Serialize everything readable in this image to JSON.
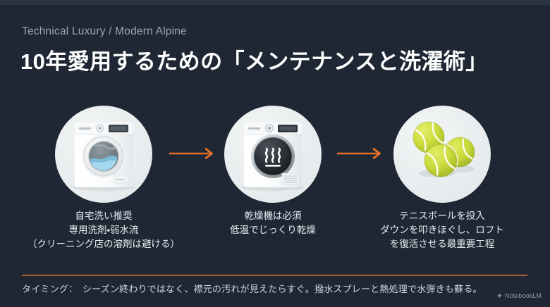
{
  "slide": {
    "background_color": "#1e2733",
    "accent_color": "#e4702a",
    "divider_color": "#a05a30"
  },
  "header": {
    "eyebrow": "Technical Luxury / Modern Alpine",
    "headline": "10年愛用するための「メンテナンスと洗濯術」"
  },
  "steps": [
    {
      "icon": "washing-machine-icon",
      "caption_lines": [
        "自宅洗い推奨",
        "専用洗剤・弱水流",
        "（クリーニング店の溶剤は避ける）"
      ]
    },
    {
      "icon": "tumble-dryer-icon",
      "caption_lines": [
        "乾燥機は必須",
        "低温でじっくり乾燥"
      ]
    },
    {
      "icon": "tennis-balls-icon",
      "caption_lines": [
        "テニスボールを投入",
        "ダウンを叩きほぐし、ロフト",
        "を復活させる最重要工程"
      ]
    }
  ],
  "connectors": [
    {
      "icon": "arrow-right-icon"
    },
    {
      "icon": "arrow-right-icon"
    }
  ],
  "footer": {
    "note": "タイミング：　シーズン終わりではなく、襟元の汚れが見えたらすぐ。撥水スプレーと熱処理で水弾きも蘇る。",
    "watermark": "NotebookLM",
    "watermark_icon": "notebooklm-logo-icon"
  }
}
